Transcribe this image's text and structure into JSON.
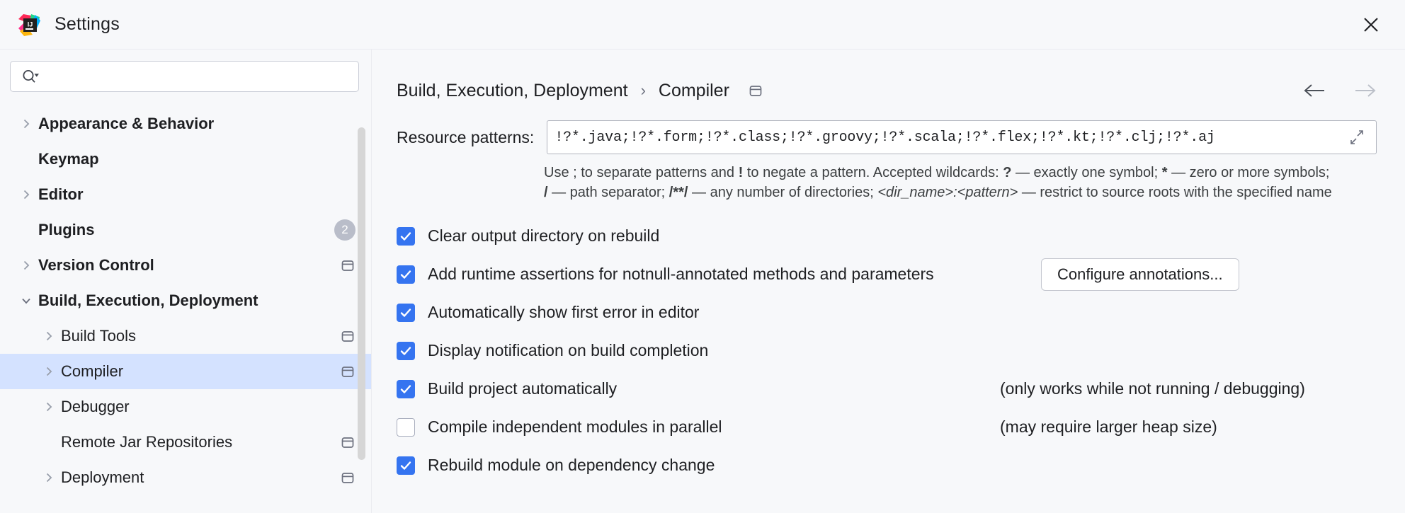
{
  "window": {
    "title": "Settings",
    "logo_text": "IJ",
    "close_icon": "close-icon"
  },
  "search": {
    "value": "",
    "placeholder": ""
  },
  "sidebar": {
    "items": [
      {
        "label": "Appearance & Behavior",
        "level": 0,
        "twisty": "collapsed",
        "bold": true,
        "badge": null,
        "project_icon": false,
        "selected": false
      },
      {
        "label": "Keymap",
        "level": 0,
        "twisty": "none",
        "bold": true,
        "badge": null,
        "project_icon": false,
        "selected": false
      },
      {
        "label": "Editor",
        "level": 0,
        "twisty": "collapsed",
        "bold": true,
        "badge": null,
        "project_icon": false,
        "selected": false
      },
      {
        "label": "Plugins",
        "level": 0,
        "twisty": "none",
        "bold": true,
        "badge": "2",
        "project_icon": false,
        "selected": false
      },
      {
        "label": "Version Control",
        "level": 0,
        "twisty": "collapsed",
        "bold": true,
        "badge": null,
        "project_icon": true,
        "selected": false
      },
      {
        "label": "Build, Execution, Deployment",
        "level": 0,
        "twisty": "expanded",
        "bold": true,
        "badge": null,
        "project_icon": false,
        "selected": false
      },
      {
        "label": "Build Tools",
        "level": 1,
        "twisty": "collapsed",
        "bold": false,
        "badge": null,
        "project_icon": true,
        "selected": false
      },
      {
        "label": "Compiler",
        "level": 1,
        "twisty": "collapsed",
        "bold": false,
        "badge": null,
        "project_icon": true,
        "selected": true
      },
      {
        "label": "Debugger",
        "level": 1,
        "twisty": "collapsed",
        "bold": false,
        "badge": null,
        "project_icon": false,
        "selected": false
      },
      {
        "label": "Remote Jar Repositories",
        "level": 1,
        "twisty": "none",
        "bold": false,
        "badge": null,
        "project_icon": true,
        "selected": false
      },
      {
        "label": "Deployment",
        "level": 1,
        "twisty": "collapsed",
        "bold": false,
        "badge": null,
        "project_icon": true,
        "selected": false
      }
    ]
  },
  "breadcrumb": {
    "parent": "Build, Execution, Deployment",
    "separator": "›",
    "current": "Compiler",
    "project_icon": "project-scope-icon",
    "back_label": "back-arrow-icon",
    "forward_label": "forward-arrow-icon"
  },
  "compiler": {
    "patterns_label": "Resource patterns:",
    "patterns_value": "!?*.java;!?*.form;!?*.class;!?*.groovy;!?*.scala;!?*.flex;!?*.kt;!?*.clj;!?*.aj",
    "expand_icon": "expand-icon",
    "help_parts": {
      "p1": "Use ; to separate patterns and ",
      "b1": "!",
      "p2": " to negate a pattern. Accepted wildcards: ",
      "b2": "?",
      "p3": " — exactly one symbol; ",
      "b3": "*",
      "p4": " — zero or more symbols; ",
      "b4": "/",
      "p5": " — path separator; ",
      "b5": "/**/",
      "p6": " — any number of directories; ",
      "i1": "<dir_name>:<pattern>",
      "p7": " — restrict to source roots with the specified name"
    },
    "checkboxes": [
      {
        "label": "Clear output directory on rebuild",
        "checked": true,
        "note": null,
        "button": null
      },
      {
        "label": "Add runtime assertions for notnull-annotated methods and parameters",
        "checked": true,
        "note": null,
        "button": "Configure annotations..."
      },
      {
        "label": "Automatically show first error in editor",
        "checked": true,
        "note": null,
        "button": null
      },
      {
        "label": "Display notification on build completion",
        "checked": true,
        "note": null,
        "button": null
      },
      {
        "label": "Build project automatically",
        "checked": true,
        "note": "(only works while not running / debugging)",
        "button": null
      },
      {
        "label": "Compile independent modules in parallel",
        "checked": false,
        "note": "(may require larger heap size)",
        "button": null
      },
      {
        "label": "Rebuild module on dependency change",
        "checked": true,
        "note": null,
        "button": null
      }
    ]
  },
  "colors": {
    "accent_checkbox": "#3574F0",
    "selection_row": "#D4E2FF",
    "background": "#F7F8FA",
    "badge": "#B9BDC9"
  }
}
